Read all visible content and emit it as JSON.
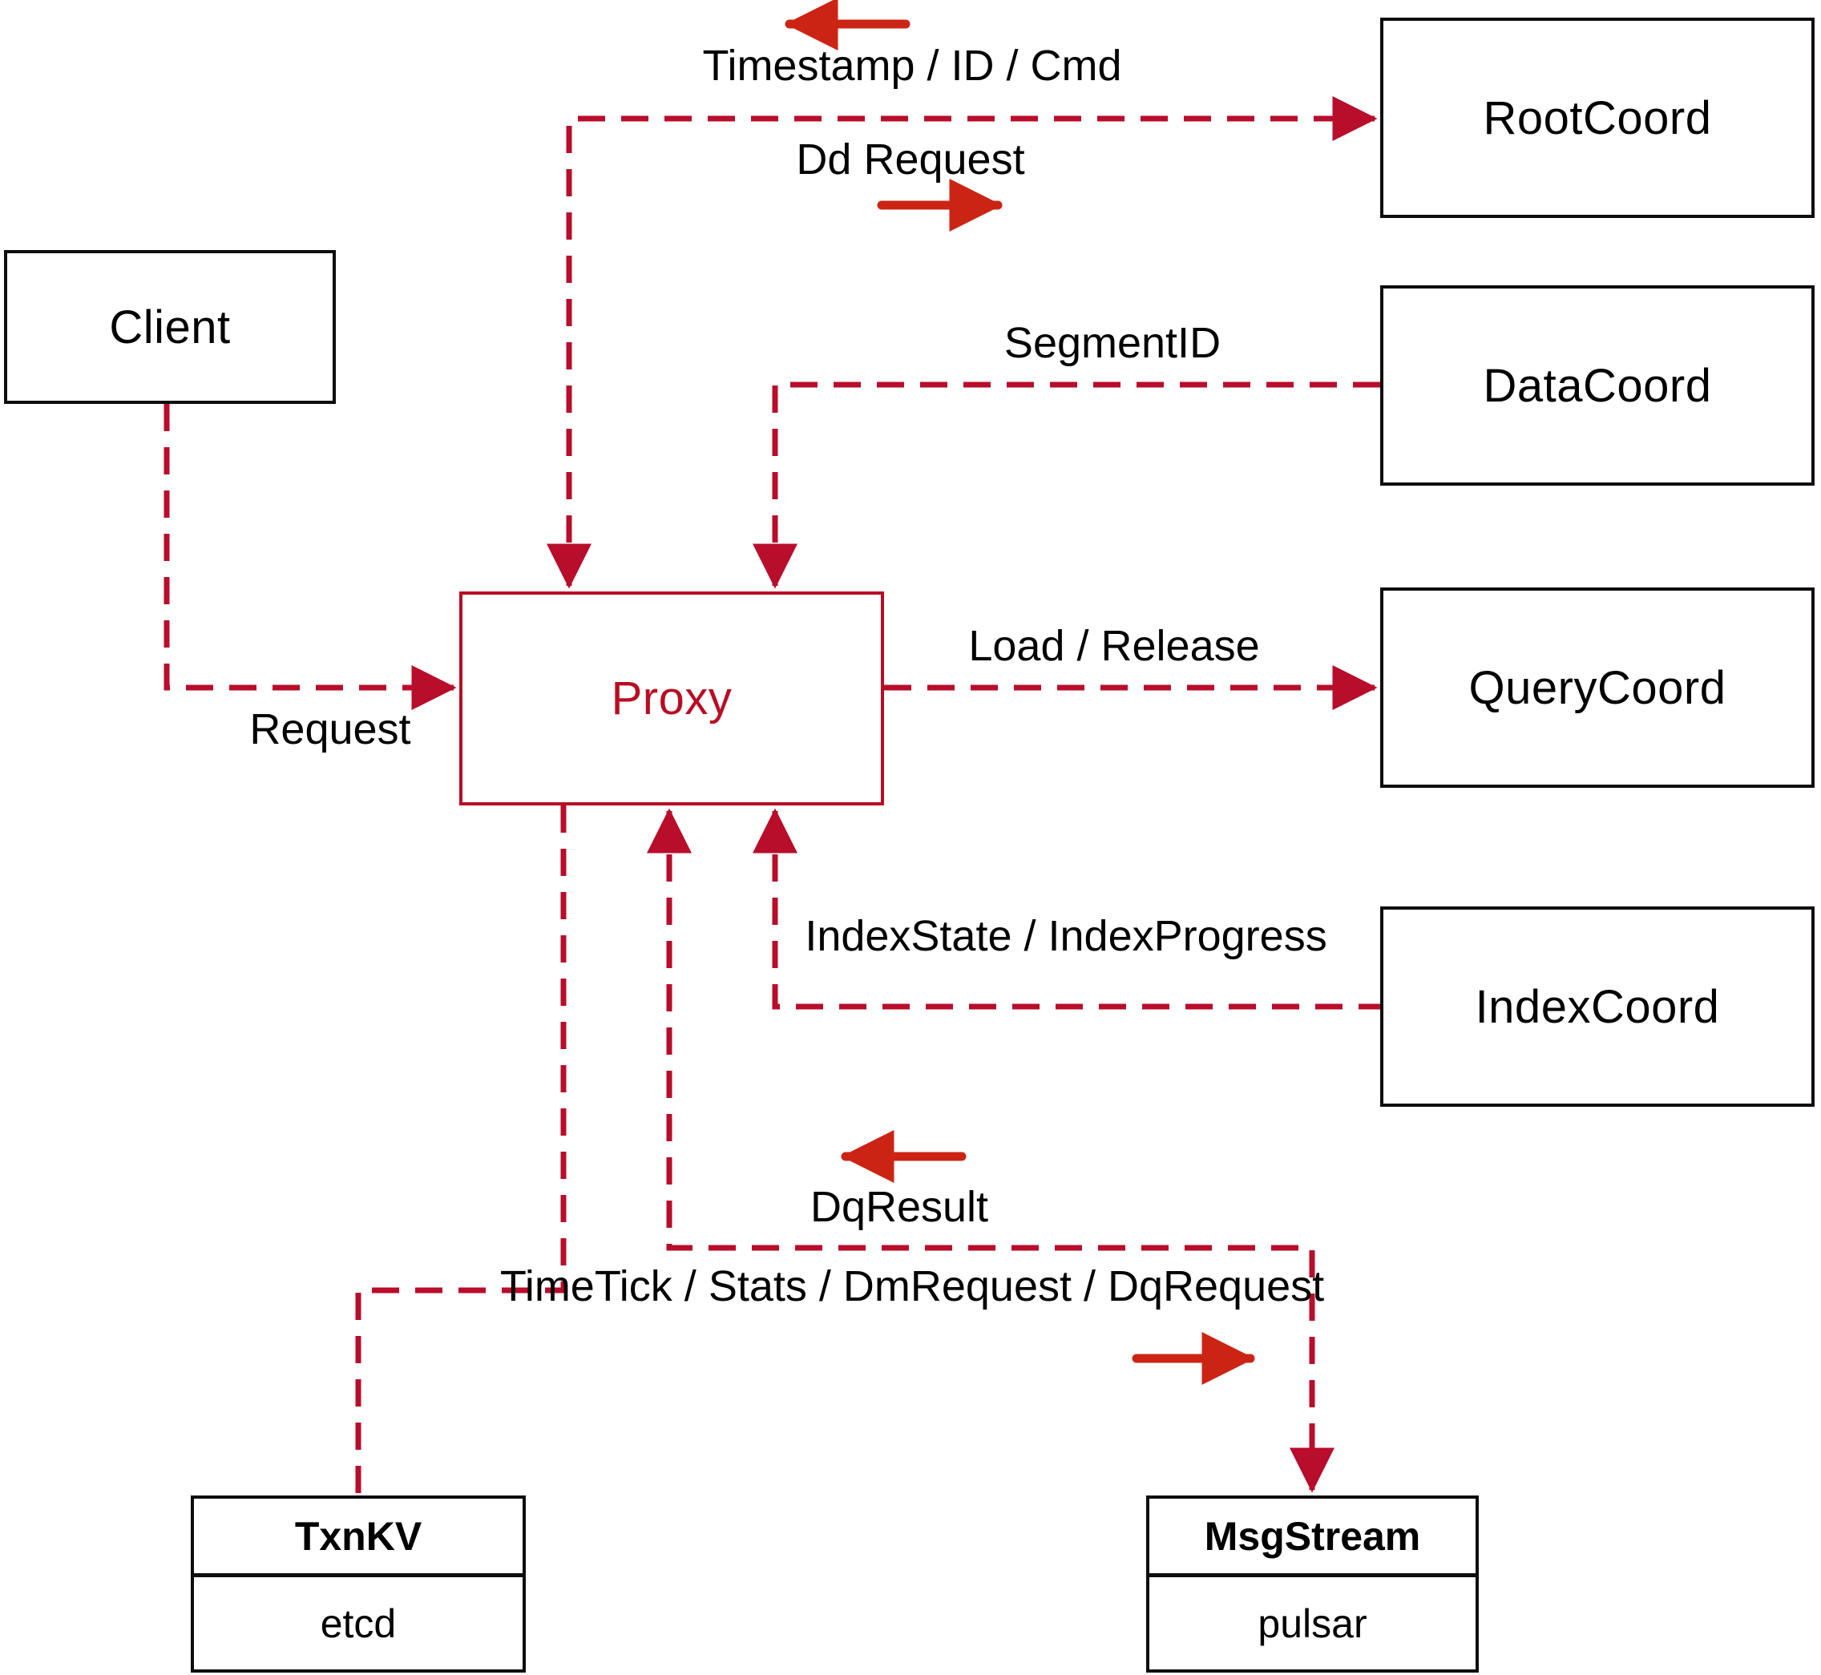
{
  "diagram": {
    "title": "Proxy interaction diagram",
    "nodes": {
      "client": {
        "label": "Client"
      },
      "proxy": {
        "label": "Proxy"
      },
      "rootcoord": {
        "label": "RootCoord"
      },
      "datacoord": {
        "label": "DataCoord"
      },
      "querycoord": {
        "label": "QueryCoord"
      },
      "indexcoord": {
        "label": "IndexCoord"
      },
      "txnkv": {
        "title": "TxnKV",
        "subtitle": "etcd"
      },
      "msgstream": {
        "title": "MsgStream",
        "subtitle": "pulsar"
      }
    },
    "labels": {
      "timestamp": "Timestamp / ID / Cmd",
      "dd_request": "Dd Request",
      "segment_id": "SegmentID",
      "load_release": "Load / Release",
      "index_state": "IndexState / IndexProgress",
      "request": "Request",
      "dq_result": "DqResult",
      "timetick": "TimeTick / Stats / DmRequest / DqRequest"
    },
    "colors": {
      "dashed_connector": "#b80d2b",
      "solid_direction_arrow": "#cc2414",
      "proxy_accent": "#b80d23",
      "box_border": "#0d0d0d",
      "label_text": "#000000",
      "background": "#ffffff"
    }
  }
}
